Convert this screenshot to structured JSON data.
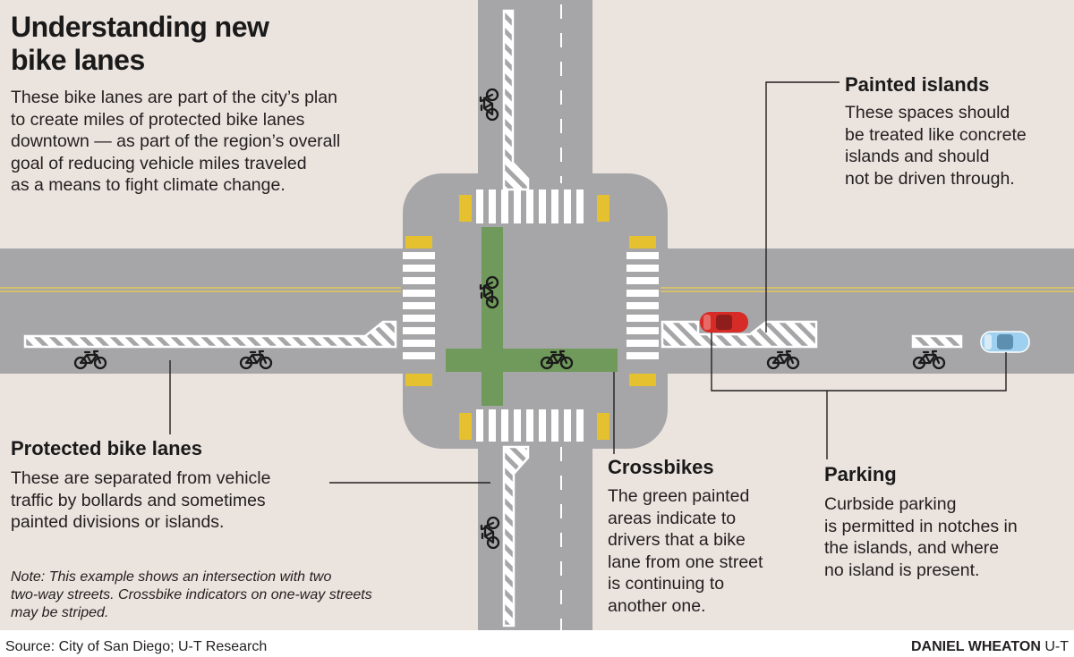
{
  "header": {
    "title_line1": "Understanding new",
    "title_line2": "bike lanes",
    "intro_lines": [
      "These bike lanes are part of the city’s plan",
      "to create miles of protected bike lanes",
      "downtown — as part of the region’s overall",
      "goal of reducing vehicle miles traveled",
      "as a means to fight climate change."
    ]
  },
  "callouts": {
    "painted_islands": {
      "heading": "Painted islands",
      "lines": [
        "These spaces should",
        "be treated like concrete",
        "islands and should",
        "not be driven through."
      ]
    },
    "protected_bike_lanes": {
      "heading": "Protected bike lanes",
      "lines": [
        "These are separated from vehicle",
        "traffic by bollards and sometimes",
        "painted divisions or islands."
      ]
    },
    "crossbikes": {
      "heading": "Crossbikes",
      "lines": [
        "The green painted",
        "areas indicate to",
        "drivers that a bike",
        "lane from one street",
        "is continuing to",
        "another one."
      ]
    },
    "parking": {
      "heading": "Parking",
      "lines": [
        "Curbside parking",
        "is permitted in notches in",
        "the islands, and where",
        "no island is present."
      ]
    }
  },
  "note_lines": [
    "Note: This example shows an intersection with two",
    "two-way streets. Crossbike indicators on one-way streets",
    "may be striped."
  ],
  "footer": {
    "source": "Source: City of San Diego; U-T Research",
    "credit_name": "DANIEL WHEATON",
    "credit_org": "U-T"
  },
  "colors": {
    "background": "#ebe3de",
    "road": "#a6a6a8",
    "crossbike_green": "#6f9a5b",
    "yellow_bollard": "#e5c12f",
    "center_line": "#e4c85a",
    "red_car": "#d72b27",
    "blue_car": "#9fd0ef"
  },
  "icons": [
    "bicycle-icon",
    "red-car-icon",
    "blue-car-icon"
  ]
}
